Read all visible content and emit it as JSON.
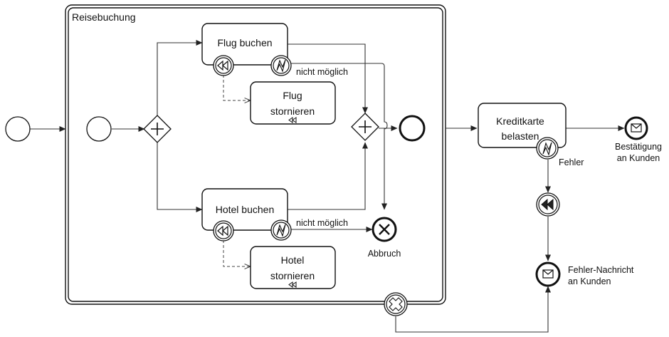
{
  "subprocess": {
    "label": "Reisebuchung"
  },
  "tasks": {
    "flug_buchen": "Flug buchen",
    "flug_stornieren_1": "Flug",
    "flug_stornieren_2": "stornieren",
    "hotel_buchen": "Hotel buchen",
    "hotel_stornieren_1": "Hotel",
    "hotel_stornieren_2": "stornieren",
    "kreditkarte_1": "Kreditkarte",
    "kreditkarte_2": "belasten"
  },
  "labels": {
    "nicht_moeglich_flug": "nicht möglich",
    "nicht_moeglich_hotel": "nicht möglich",
    "abbruch": "Abbruch",
    "fehler": "Fehler",
    "bestaetigung_1": "Bestätigung",
    "bestaetigung_2": "an Kunden",
    "fehler_nachricht_1": "Fehler-Nachricht",
    "fehler_nachricht_2": "an Kunden"
  }
}
